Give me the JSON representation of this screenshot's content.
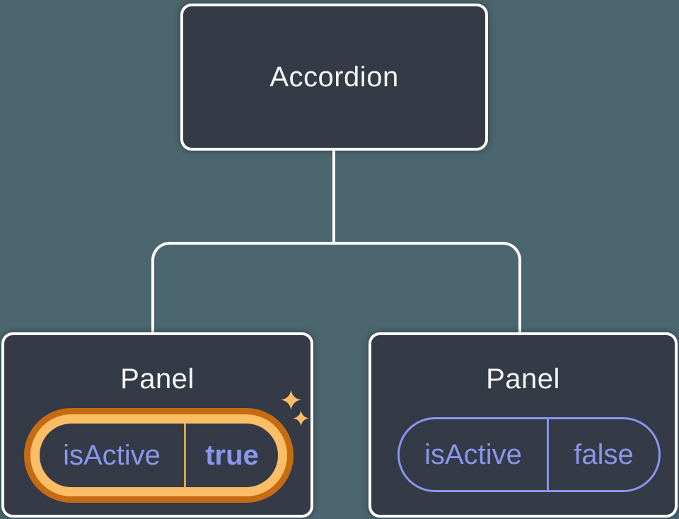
{
  "diagram": {
    "root_label": "Accordion",
    "panels": [
      {
        "title": "Panel",
        "prop_label": "isActive",
        "prop_value": "true",
        "highlighted": true
      },
      {
        "title": "Panel",
        "prop_label": "isActive",
        "prop_value": "false",
        "highlighted": false
      }
    ]
  },
  "icons": [
    "sparkles-icon",
    "sparkle-large-icon",
    "sparkle-small-icon"
  ],
  "colors": {
    "background": "#4C6670",
    "node_fill": "#343A46",
    "node_border": "#FFFFFF",
    "connector": "#FFFFFF",
    "title_text": "#F5F6F8",
    "state_text": "#8A96EC",
    "state_pill_border": "#8A96EC",
    "highlight_ring_outer": "#C56C12",
    "highlight_ring_inner": "#FBBE67",
    "highlight_divider": "#DDA24C",
    "sparkle": "#FBBE67"
  }
}
